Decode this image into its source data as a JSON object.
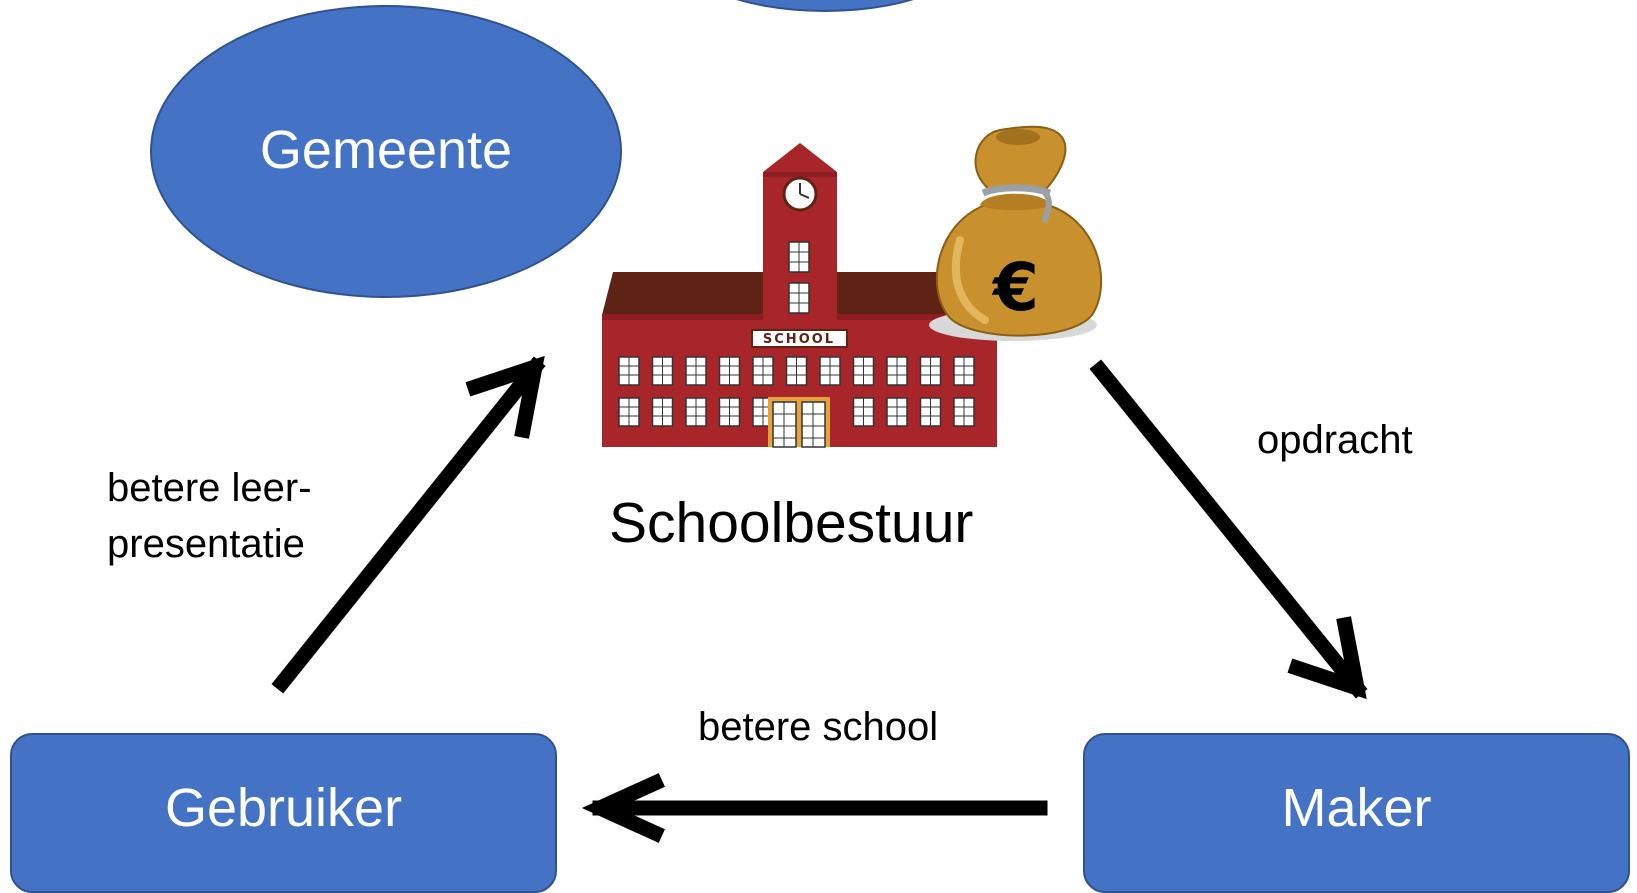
{
  "nodes": {
    "gemeente": "Gemeente",
    "gebruiker": "Gebruiker",
    "maker": "Maker",
    "schoolbestuur": "Schoolbestuur"
  },
  "edges": {
    "gebruiker_to_school": [
      "betere leer-",
      "presentatie"
    ],
    "school_to_maker": "opdracht",
    "maker_to_gebruiker": "betere school"
  },
  "illustrations": {
    "school_sign": "SCHOOL",
    "money_bag_symbol": "€"
  },
  "colors": {
    "node_fill": "#4472C4",
    "node_border": "#2F528F",
    "school_red": "#A8252A",
    "roof_brown": "#5E2314",
    "bag_gold": "#C8912E"
  }
}
